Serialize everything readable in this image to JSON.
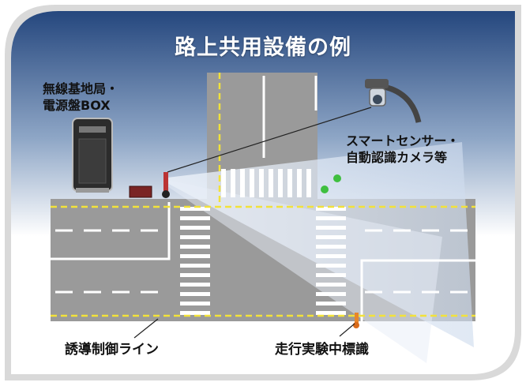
{
  "title": "路上共用設備の例",
  "labels": {
    "base_station": [
      "無線基地局・",
      "電源盤BOX"
    ],
    "smart_sensor": [
      "スマートセンサー・",
      "自動認識カメラ等"
    ],
    "guidance_line": "誘導制御ライン",
    "test_sign": "走行実験中標識"
  },
  "colors": {
    "background_top": "#2a4f86",
    "background_bottom": "#ffffff",
    "road": "#9a9a9a",
    "lane_marking": "#ffffff",
    "guide_line": "#f2e23a",
    "sensor_beam": "#dfe8f5"
  }
}
